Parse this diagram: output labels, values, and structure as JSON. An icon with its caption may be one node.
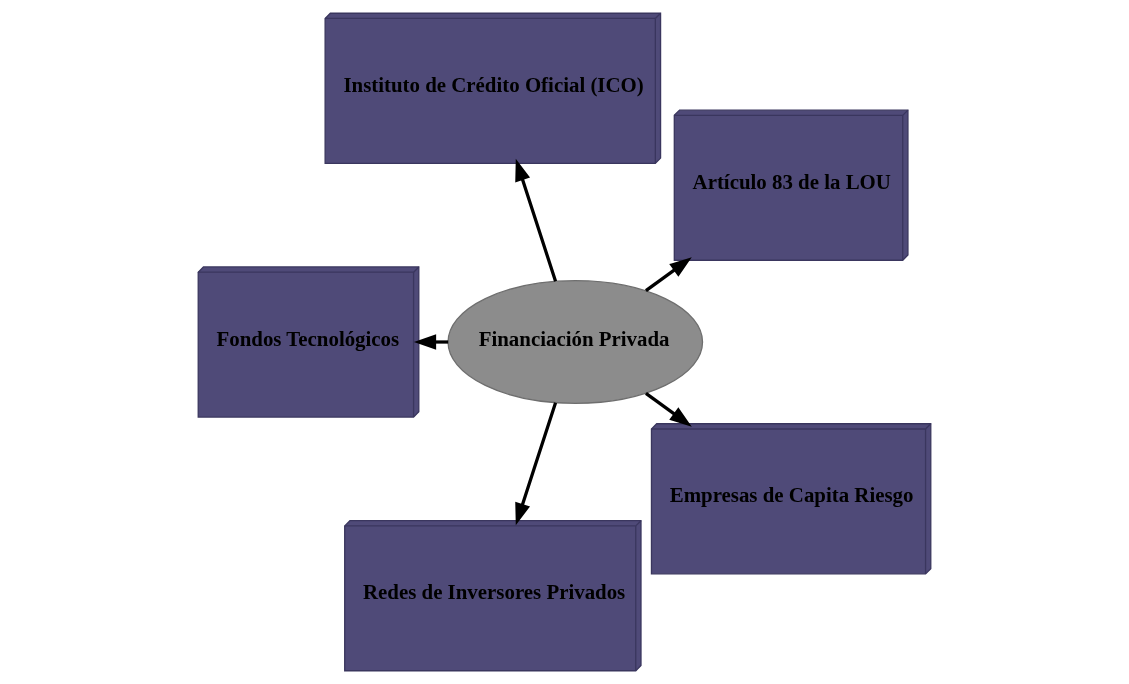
{
  "diagram": {
    "nodes": [
      {
        "text": [
          "Financiación Privada"
        ]
      },
      {
        "text": [
          "Artículo 83 de la LOU"
        ]
      },
      {
        "text": [
          "Instituto de Crédito Oficial (ICO)"
        ]
      },
      {
        "text": [
          "Fondos Tecnológicos"
        ]
      },
      {
        "text": [
          "Redes de Inversores Privados"
        ]
      },
      {
        "text": [
          "Empresas de Capita Riesgo"
        ]
      }
    ],
    "edges": [
      {
        "from": 0,
        "to": 1,
        "arrow": "to"
      },
      {
        "from": 0,
        "to": 2,
        "arrow": "to"
      },
      {
        "from": 0,
        "to": 3,
        "arrow": "to"
      },
      {
        "from": 0,
        "to": 4,
        "arrow": "to"
      },
      {
        "from": 0,
        "to": 5,
        "arrow": "to"
      }
    ]
  }
}
